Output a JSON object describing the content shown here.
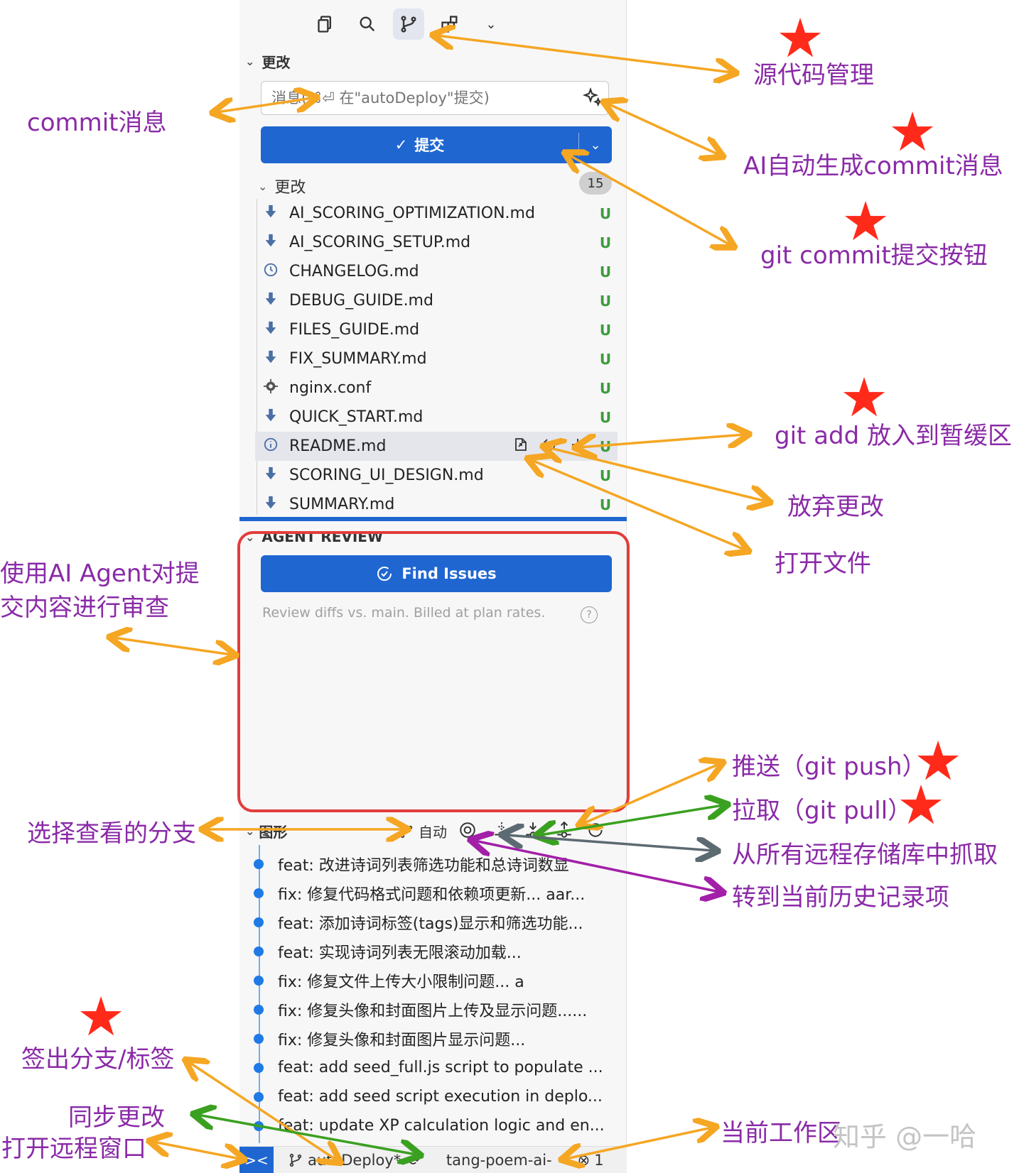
{
  "panel": {
    "section_changes": "更改",
    "commit_message_placeholder": "消息(⌘⏎ 在\"autoDeploy\"提交)",
    "commit_button": "提交",
    "changes_group": "更改",
    "changes_count": "15",
    "files": [
      {
        "name": "AI_SCORING_OPTIMIZATION.md",
        "status": "U",
        "icon": "download-arrow-icon"
      },
      {
        "name": "AI_SCORING_SETUP.md",
        "status": "U",
        "icon": "download-arrow-icon"
      },
      {
        "name": "CHANGELOG.md",
        "status": "U",
        "icon": "clock-icon"
      },
      {
        "name": "DEBUG_GUIDE.md",
        "status": "U",
        "icon": "download-arrow-icon"
      },
      {
        "name": "FILES_GUIDE.md",
        "status": "U",
        "icon": "download-arrow-icon"
      },
      {
        "name": "FIX_SUMMARY.md",
        "status": "U",
        "icon": "download-arrow-icon"
      },
      {
        "name": "nginx.conf",
        "status": "U",
        "icon": "gear-icon"
      },
      {
        "name": "QUICK_START.md",
        "status": "U",
        "icon": "download-arrow-icon"
      },
      {
        "name": "README.md",
        "status": "U",
        "icon": "info-icon"
      },
      {
        "name": "SCORING_UI_DESIGN.md",
        "status": "U",
        "icon": "download-arrow-icon"
      },
      {
        "name": "SUMMARY.md",
        "status": "U",
        "icon": "download-arrow-icon"
      }
    ],
    "agent_review_title": "AGENT REVIEW",
    "find_issues_button": "Find Issues",
    "review_hint": "Review diffs vs. main. Billed at plan rates.",
    "graph_title": "图形",
    "graph_branch_mode": "自动",
    "commits": [
      "feat: 改进诗词列表筛选功能和总诗词数显",
      "fix: 修复代码格式问题和依赖项更新... aar...",
      "feat: 添加诗词标签(tags)显示和筛选功能...",
      "feat: 实现诗词列表无限滚动加载...",
      "fix: 修复文件上传大小限制问题... a",
      "fix: 修复头像和封面图片上传及显示问题......",
      "fix: 修复头像和封面图片显示问题...",
      "feat: add seed_full.js script to populate ...",
      "feat: add seed script execution in deplo...",
      "feat: update XP calculation logic and en..."
    ],
    "status_branch": "autoDeploy*",
    "status_workspace": "tang-poem-ai-",
    "status_problems": "1"
  },
  "annotations": {
    "source_control": "源代码管理",
    "commit_message": "commit消息",
    "ai_commit": "AI自动生成commit消息",
    "git_commit": "git commit提交按钮",
    "git_add": "git add 放入到暂缓区",
    "discard": "放弃更改",
    "open_file": "打开文件",
    "agent_review_line1": "使用AI Agent对提",
    "agent_review_line2": "交内容进行审查",
    "git_push": "推送（git push）",
    "git_pull": "拉取（git pull）",
    "fetch_all": "从所有远程存储库中抓取",
    "goto_current": "转到当前历史记录项",
    "select_branch": "选择查看的分支",
    "checkout": "签出分支/标签",
    "sync": "同步更改",
    "open_remote": "打开远程窗口",
    "workspace": "当前工作区"
  },
  "watermark": "知乎 @一哈",
  "colors": {
    "accent_blue": "#1f66d1",
    "annotation_purple": "#8a2aa7",
    "arrow_orange": "#f5a623",
    "arrow_green": "#3aa020",
    "arrow_gray": "#5c6a72",
    "arrow_magenta": "#a21fa8",
    "star_red": "#ff2a1a",
    "untracked_green": "#3c9b3c",
    "review_border": "#e33c3c"
  }
}
